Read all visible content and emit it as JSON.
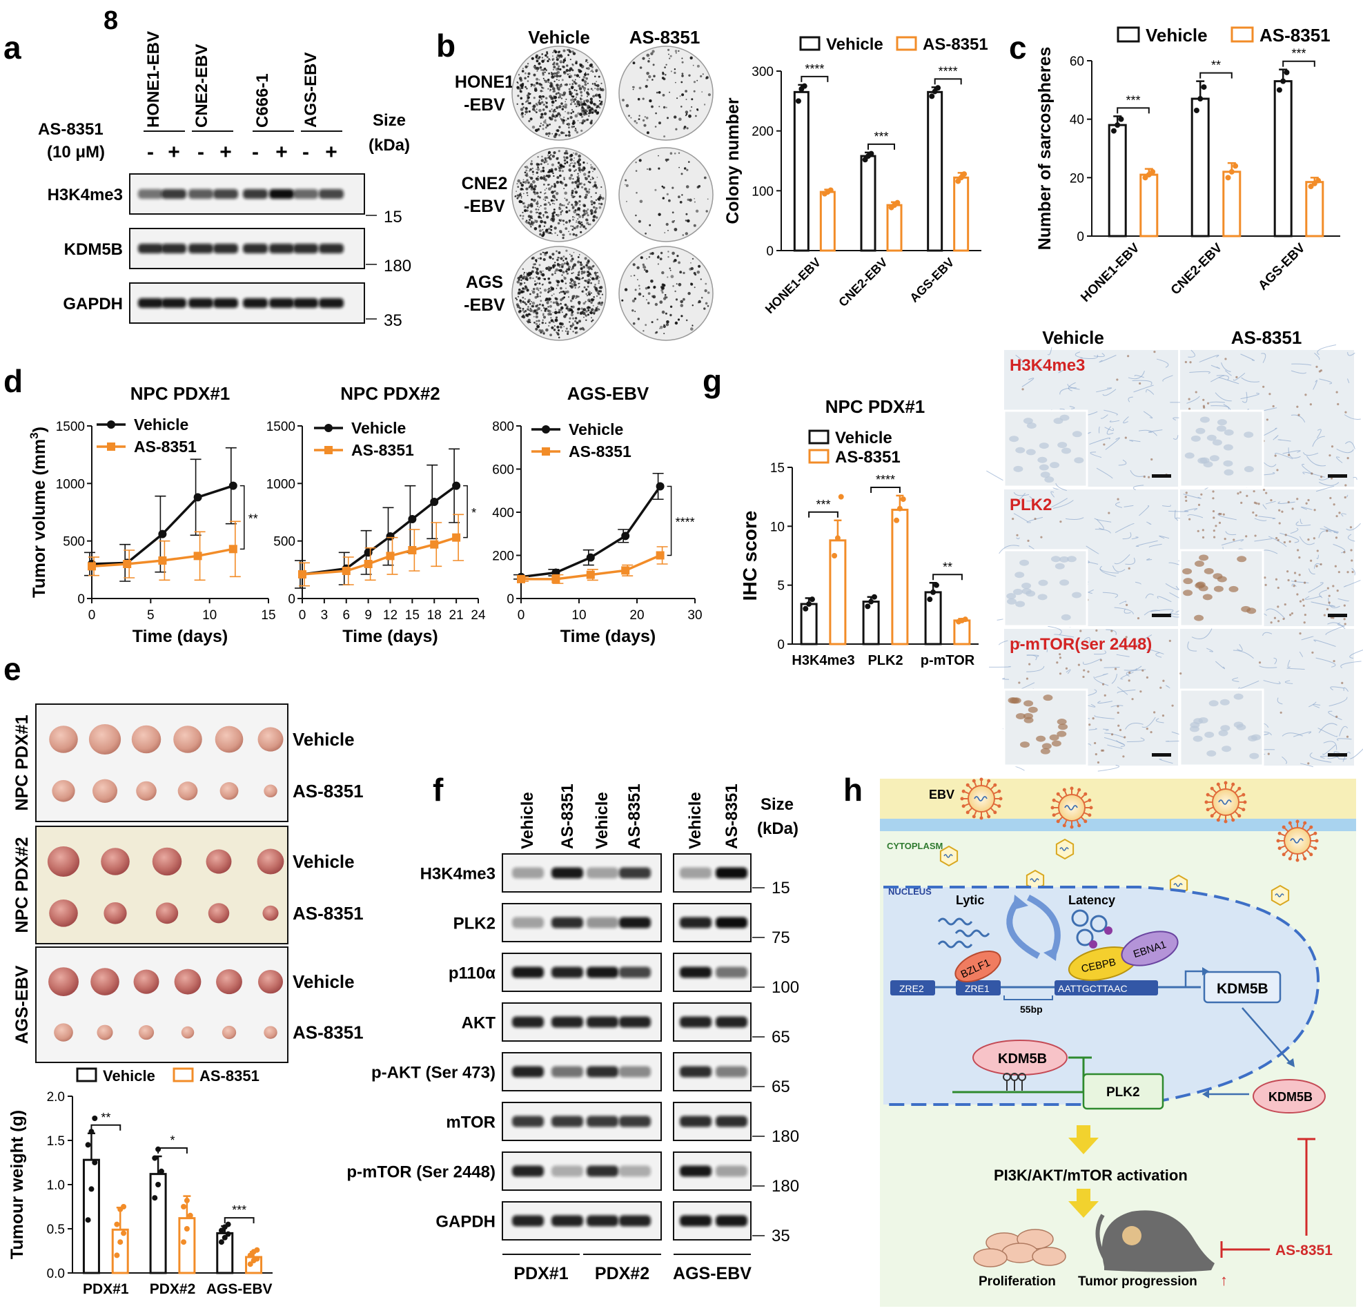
{
  "figure_number": "8",
  "panels": {
    "a": {
      "label": "a",
      "lanes": [
        "HONE1-EBV",
        "CNE2-EBV",
        "C666-1",
        "AGS-EBV"
      ],
      "treatment": "AS-8351",
      "dose": "(10 μM)",
      "minus": "-",
      "plus": "+",
      "size_header": [
        "Size",
        "(kDa)"
      ],
      "blots": [
        {
          "name": "H3K4me3",
          "size": "15",
          "band": [
            0.55,
            0.8,
            0.65,
            0.75,
            0.8,
            1.0,
            0.6,
            0.75
          ]
        },
        {
          "name": "KDM5B",
          "size": "180",
          "band": [
            0.85,
            0.85,
            0.85,
            0.85,
            0.85,
            0.85,
            0.85,
            0.85
          ]
        },
        {
          "name": "GAPDH",
          "size": "35",
          "band": [
            0.95,
            0.95,
            0.95,
            0.95,
            0.95,
            0.95,
            0.95,
            0.95
          ]
        }
      ]
    },
    "b": {
      "label": "b",
      "columns": [
        "Vehicle",
        "AS-8351"
      ],
      "rows": [
        [
          "HONE1",
          "-EBV"
        ],
        [
          "CNE2",
          "-EBV"
        ],
        [
          "AGS",
          "-EBV"
        ]
      ],
      "densities": [
        [
          0.6,
          0.12
        ],
        [
          0.55,
          0.07
        ],
        [
          0.6,
          0.14
        ]
      ]
    },
    "c": {
      "label": "c"
    },
    "d": {
      "label": "d"
    },
    "e": {
      "label": "e",
      "groups": [
        {
          "name": "NPC PDX#1",
          "rows": [
            {
              "label": "Vehicle",
              "sizes": [
                0.9,
                1,
                0.92,
                0.9,
                0.88,
                0.8
              ]
            },
            {
              "label": "AS-8351",
              "sizes": [
                0.72,
                0.78,
                0.64,
                0.62,
                0.58,
                0.42
              ]
            }
          ]
        },
        {
          "name": "NPC PDX#2",
          "rows": [
            {
              "label": "Vehicle",
              "sizes": [
                1,
                0.9,
                0.92,
                0.8,
                0.84
              ]
            },
            {
              "label": "AS-8351",
              "sizes": [
                0.9,
                0.72,
                0.7,
                0.66,
                0.5
              ]
            }
          ]
        },
        {
          "name": "AGS-EBV",
          "rows": [
            {
              "label": "Vehicle",
              "sizes": [
                0.95,
                0.9,
                0.8,
                0.84,
                0.82,
                0.78
              ]
            },
            {
              "label": "AS-8351",
              "sizes": [
                0.6,
                0.5,
                0.48,
                0.4,
                0.44,
                0.42
              ]
            }
          ]
        }
      ]
    },
    "f": {
      "label": "f",
      "lanes_left": [
        "Vehicle",
        "AS-8351",
        "Vehicle",
        "AS-8351"
      ],
      "lanes_right": [
        "Vehicle",
        "AS-8351"
      ],
      "size_header": [
        "Size",
        "(kDa)"
      ],
      "group_labels": [
        "PDX#1",
        "PDX#2",
        "AGS-EBV"
      ],
      "blots": [
        {
          "name": "H3K4me3",
          "size": "15",
          "band": [
            0.35,
            0.95,
            0.35,
            0.8,
            0.35,
            1.0
          ]
        },
        {
          "name": "PLK2",
          "size": "75",
          "band": [
            0.35,
            0.85,
            0.4,
            0.95,
            0.9,
            1.0
          ]
        },
        {
          "name": "p110α",
          "size": "100",
          "band": [
            0.95,
            0.9,
            0.95,
            0.75,
            0.95,
            0.55
          ]
        },
        {
          "name": "AKT",
          "size": "65",
          "band": [
            0.9,
            0.9,
            0.9,
            0.9,
            0.9,
            0.9
          ]
        },
        {
          "name": "p-AKT (Ser 473)",
          "size": "65",
          "band": [
            0.9,
            0.55,
            0.85,
            0.45,
            0.85,
            0.5
          ]
        },
        {
          "name": "mTOR",
          "size": "180",
          "band": [
            0.8,
            0.8,
            0.8,
            0.8,
            0.85,
            0.85
          ]
        },
        {
          "name": "p-mTOR (Ser 2448)",
          "size": "180",
          "band": [
            0.9,
            0.3,
            0.85,
            0.3,
            0.95,
            0.35
          ]
        },
        {
          "name": "GAPDH",
          "size": "35",
          "band": [
            0.9,
            0.9,
            0.9,
            0.9,
            0.95,
            0.95
          ]
        }
      ]
    },
    "g": {
      "label": "g",
      "ihc_columns": [
        "Vehicle",
        "AS-8351"
      ],
      "ihc_rows": [
        "H3K4me3",
        "PLK2",
        "p-mTOR(ser 2448)"
      ],
      "ihc_stain": [
        [
          0.05,
          0.2
        ],
        [
          0.05,
          0.55
        ],
        [
          0.3,
          0.05
        ]
      ]
    },
    "h": {
      "label": "h",
      "ebv": "EBV",
      "cytoplasm": "CYTOPLASM",
      "nucleus": "NUCLEUS",
      "lytic": "Lytic",
      "latency": "Latency",
      "bzlf1": "BZLF1",
      "cebpb": "CEBPB",
      "ebna1": "EBNA1",
      "zre2": "ZRE2",
      "zre1": "ZRE1",
      "seq": "AATTGCTTAAC",
      "bp": "55bp",
      "gene_kdm5b": "KDM5B",
      "kdm5b_protein": "KDM5B",
      "kdm5b_cyto": "KDM5B",
      "plk2": "PLK2",
      "pathway": "PI3K/AKT/mTOR activation",
      "proliferation": "Proliferation",
      "tumor": "Tumor progression",
      "drug": "AS-8351"
    }
  },
  "chart_data": [
    {
      "id": "b-colony",
      "type": "bar",
      "categories": [
        "HONE1-EBV",
        "CNE2-EBV",
        "AGS-EBV"
      ],
      "series": [
        {
          "name": "Vehicle",
          "values": [
            265,
            158,
            265
          ],
          "err": [
            12,
            6,
            8
          ],
          "points": [
            [
              250,
              270,
              275
            ],
            [
              152,
              158,
              162
            ],
            [
              258,
              266,
              272
            ]
          ]
        },
        {
          "name": "AS-8351",
          "values": [
            98,
            76,
            122
          ],
          "err": [
            4,
            5,
            8
          ],
          "points": [
            [
              95,
              98,
              101
            ],
            [
              72,
              76,
              80
            ],
            [
              116,
              122,
              128
            ]
          ]
        }
      ],
      "ylabel": "Colony number",
      "ylim": [
        0,
        300
      ],
      "yticks": [
        "0",
        "100",
        "200",
        "300"
      ],
      "sig": [
        "****",
        "***",
        "****"
      ],
      "colors": [
        "#111111",
        "#f28c28"
      ]
    },
    {
      "id": "c-sarco",
      "type": "bar",
      "categories": [
        "HONE1-EBV",
        "CNE2-EBV",
        "AGS-EBV"
      ],
      "series": [
        {
          "name": "Vehicle",
          "values": [
            38,
            47,
            53
          ],
          "err": [
            3,
            6,
            4
          ],
          "points": [
            [
              36,
              38,
              40
            ],
            [
              43,
              47,
              51
            ],
            [
              50,
              53,
              56
            ]
          ]
        },
        {
          "name": "AS-8351",
          "values": [
            21,
            22,
            18.5
          ],
          "err": [
            2,
            3,
            1.5
          ],
          "points": [
            [
              20,
              21,
              22
            ],
            [
              20,
              22,
              24
            ],
            [
              17,
              18,
              19
            ]
          ]
        }
      ],
      "ylabel": "Number of sarcospheres",
      "ylim": [
        0,
        60
      ],
      "yticks": [
        "0",
        "20",
        "40",
        "60"
      ],
      "sig": [
        "***",
        "**",
        "***"
      ],
      "colors": [
        "#111111",
        "#f28c28"
      ]
    },
    {
      "id": "d1",
      "type": "line",
      "title": "NPC PDX#1",
      "xlabel": "Time (days)",
      "ylabel": "Tumor volume (mm",
      "ylabel_sup": "3",
      "ylabel_end": ")",
      "xlim": [
        0,
        15
      ],
      "ylim": [
        0,
        1500
      ],
      "xticks": [
        "0",
        "5",
        "10",
        "15"
      ],
      "yticks": [
        "0",
        "500",
        "1000",
        "1500"
      ],
      "series": [
        {
          "name": "Vehicle",
          "x": [
            0,
            3,
            6,
            9,
            12
          ],
          "y": [
            300,
            310,
            560,
            880,
            980
          ],
          "err": [
            100,
            160,
            330,
            330,
            330
          ]
        },
        {
          "name": "AS-8351",
          "x": [
            0,
            3,
            6,
            9,
            12
          ],
          "y": [
            280,
            300,
            330,
            370,
            430
          ],
          "err": [
            80,
            120,
            170,
            210,
            240
          ]
        }
      ],
      "sig": "**"
    },
    {
      "id": "d2",
      "type": "line",
      "title": "NPC PDX#2",
      "xlabel": "Time (days)",
      "xlim": [
        0,
        24
      ],
      "ylim": [
        0,
        1500
      ],
      "xticks": [
        "0",
        "3",
        "6",
        "9",
        "12",
        "15",
        "18",
        "21",
        "24"
      ],
      "yticks": [
        "0",
        "500",
        "1000",
        "1500"
      ],
      "series": [
        {
          "name": "Vehicle",
          "x": [
            0,
            6,
            9,
            12,
            15,
            18,
            21
          ],
          "y": [
            210,
            260,
            400,
            540,
            690,
            840,
            980
          ],
          "err": [
            120,
            140,
            190,
            250,
            290,
            320,
            320
          ]
        },
        {
          "name": "AS-8351",
          "x": [
            0,
            6,
            9,
            12,
            15,
            18,
            21
          ],
          "y": [
            210,
            240,
            300,
            370,
            420,
            470,
            530
          ],
          "err": [
            100,
            120,
            140,
            160,
            180,
            190,
            200
          ]
        }
      ],
      "sig": "*"
    },
    {
      "id": "d3",
      "type": "line",
      "title": "AGS-EBV",
      "xlabel": "Time (days)",
      "xlim": [
        0,
        30
      ],
      "ylim": [
        0,
        800
      ],
      "xticks": [
        "0",
        "10",
        "20",
        "30"
      ],
      "yticks": [
        "0",
        "200",
        "400",
        "600",
        "800"
      ],
      "series": [
        {
          "name": "Vehicle",
          "x": [
            0,
            6,
            12,
            18,
            24
          ],
          "y": [
            100,
            120,
            190,
            290,
            520
          ],
          "err": [
            10,
            15,
            35,
            30,
            60
          ]
        },
        {
          "name": "AS-8351",
          "x": [
            0,
            6,
            12,
            18,
            24
          ],
          "y": [
            90,
            90,
            110,
            130,
            200
          ],
          "err": [
            10,
            20,
            25,
            25,
            40
          ]
        }
      ],
      "sig": "****"
    },
    {
      "id": "e-weight",
      "type": "bar",
      "categories": [
        "PDX#1",
        "PDX#2",
        "AGS-EBV"
      ],
      "series": [
        {
          "name": "Vehicle",
          "values": [
            1.28,
            1.12,
            0.45
          ],
          "err": [
            0.3,
            0.2,
            0.08
          ],
          "points": [
            [
              0.6,
              0.95,
              1.25,
              1.45,
              1.6,
              1.75
            ],
            [
              0.85,
              1.0,
              1.15,
              1.3,
              1.4
            ],
            [
              0.35,
              0.4,
              0.44,
              0.48,
              0.52,
              0.55
            ]
          ]
        },
        {
          "name": "AS-8351",
          "values": [
            0.49,
            0.62,
            0.18
          ],
          "err": [
            0.25,
            0.25,
            0.06
          ],
          "points": [
            [
              0.2,
              0.35,
              0.45,
              0.55,
              0.72,
              0.75
            ],
            [
              0.35,
              0.5,
              0.65,
              0.75,
              0.82
            ],
            [
              0.1,
              0.14,
              0.16,
              0.2,
              0.24,
              0.26
            ]
          ]
        }
      ],
      "ylabel": "Tumour weight (g)",
      "ylim": [
        0,
        2.0
      ],
      "yticks": [
        "0.0",
        "0.5",
        "1.0",
        "1.5",
        "2.0"
      ],
      "sig": [
        "**",
        "*",
        "***"
      ],
      "colors": [
        "#111111",
        "#f28c28"
      ]
    },
    {
      "id": "g-ihc",
      "type": "bar",
      "title": "NPC PDX#1",
      "categories": [
        "H3K4me3",
        "PLK2",
        "p-mTOR"
      ],
      "series": [
        {
          "name": "Vehicle",
          "values": [
            3.4,
            3.6,
            4.4
          ],
          "err": [
            0.5,
            0.4,
            0.8
          ],
          "points": [
            [
              3.0,
              3.4,
              3.8
            ],
            [
              3.2,
              3.6,
              4.0
            ],
            [
              3.8,
              4.4,
              5.0
            ]
          ]
        },
        {
          "name": "AS-8351",
          "values": [
            8.8,
            11.4,
            2.0
          ],
          "err": [
            1.7,
            1.2,
            0.15
          ],
          "points": [
            [
              7.5,
              9.0,
              12.5
            ],
            [
              10.5,
              11.5,
              12.3
            ],
            [
              1.9,
              2.0,
              2.1
            ]
          ]
        }
      ],
      "ylabel": "IHC score",
      "ylim": [
        0,
        15
      ],
      "yticks": [
        "0",
        "5",
        "10",
        "15"
      ],
      "sig": [
        "***",
        "****",
        "**"
      ],
      "colors": [
        "#111111",
        "#f28c28"
      ]
    }
  ]
}
